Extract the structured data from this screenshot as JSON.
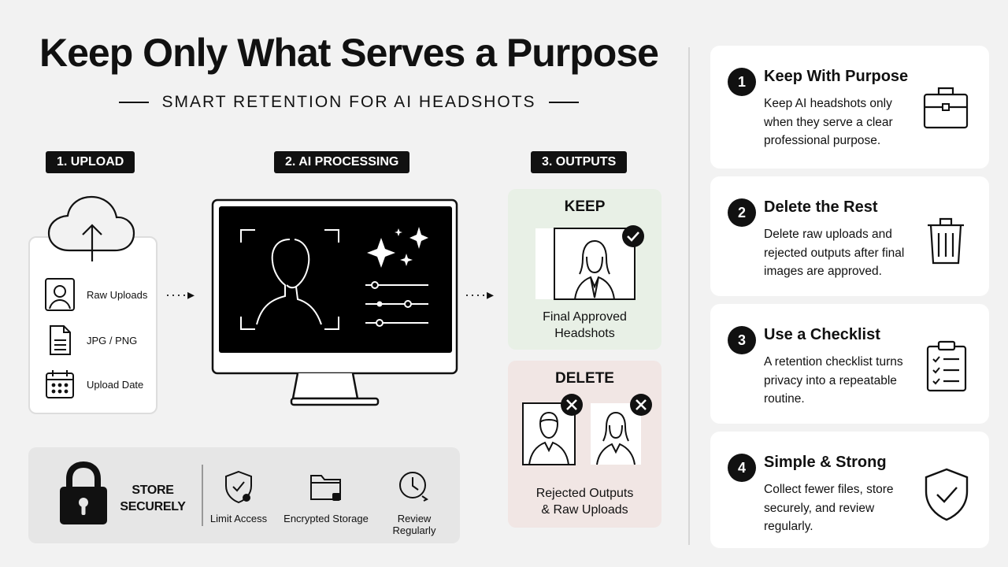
{
  "header": {
    "title": "Keep Only What Serves a Purpose",
    "subtitle": "SMART RETENTION FOR AI HEADSHOTS"
  },
  "steps": {
    "upload": "1. UPLOAD",
    "processing": "2. AI PROCESSING",
    "outputs": "3. OUTPUTS"
  },
  "upload_items": [
    "Raw Uploads",
    "JPG / PNG",
    "Upload Date"
  ],
  "outputs": {
    "keep_label": "KEEP",
    "keep_caption_1": "Final Approved",
    "keep_caption_2": "Headshots",
    "delete_label": "DELETE",
    "delete_caption_1": "Rejected Outputs",
    "delete_caption_2": "& Raw Uploads"
  },
  "secure": {
    "title_1": "STORE",
    "title_2": "SECURELY",
    "items": [
      "Limit Access",
      "Encrypted Storage",
      "Review Regularly"
    ]
  },
  "cards": [
    {
      "num": "1",
      "heading": "Keep With Purpose",
      "body": "Keep AI headshots only when they serve a clear professional purpose.",
      "icon": "briefcase-icon"
    },
    {
      "num": "2",
      "heading": "Delete the Rest",
      "body": "Delete raw uploads and rejected outputs after final images are approved.",
      "icon": "trash-icon"
    },
    {
      "num": "3",
      "heading": "Use a Checklist",
      "body": "A retention checklist turns privacy into a repeatable routine.",
      "icon": "checklist-icon"
    },
    {
      "num": "4",
      "heading": "Simple & Strong",
      "body": "Collect fewer files, store securely, and review regularly.",
      "icon": "shield-check-icon"
    }
  ],
  "colors": {
    "background": "#f2f2f2",
    "keep_panel": "#e8f0e6",
    "delete_panel": "#f1e6e4",
    "accent": "#111111"
  }
}
